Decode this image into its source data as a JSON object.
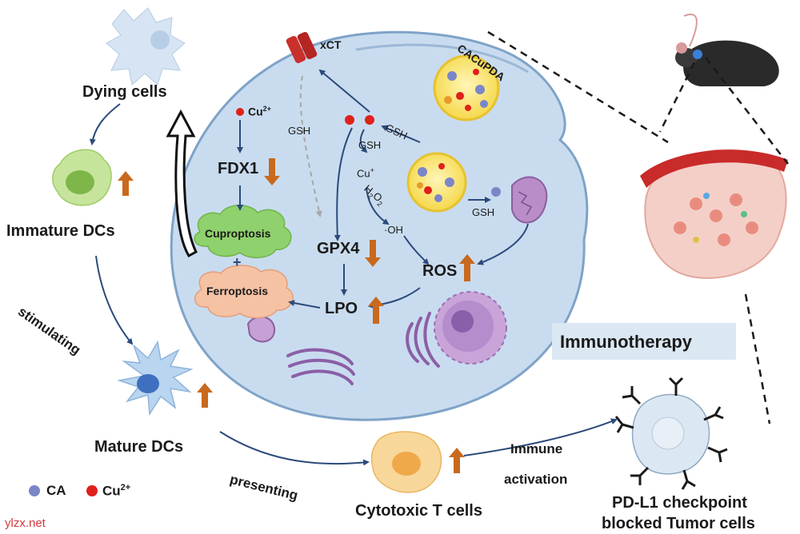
{
  "left_panel": {
    "dying_cells": "Dying cells",
    "immature_dcs": "Immature DCs",
    "stimulating": "stimulating",
    "mature_dcs": "Mature DCs",
    "presenting": "presenting"
  },
  "cell": {
    "xct": "xCT",
    "cu2_label": "Cu",
    "cu2_sup": "2+",
    "fdx1": "FDX1",
    "gsh_left": "GSH",
    "gsh_top": "GSH",
    "gsh_mid": "GSH",
    "cu_plus": "Cu",
    "cu_plus_sup": "+",
    "h2o2": "H",
    "h2o2_sub": "2",
    "h2o2_o": "O",
    "h2o2_sub2": "2",
    "oh": "·OH",
    "gsh_right": "GSH",
    "cuproptosis": "Cuproptosis",
    "plus": "+",
    "ferroptosis": "Ferroptosis",
    "gpx4": "GPX4",
    "lpo": "LPO",
    "ros": "ROS",
    "nanoparticle": "CACuPDA"
  },
  "right_panel": {
    "immunotherapy": "Immunotherapy",
    "immune": "Immune",
    "activation": "activation",
    "tumor_line1": "PD-L1 checkpoint",
    "tumor_line2": "blocked Tumor cells",
    "t_cells": "Cytotoxic T cells"
  },
  "legend": {
    "ca": "CA",
    "cu": "Cu",
    "cu_sup": "2+"
  },
  "watermark": "ylzx.net",
  "colors": {
    "cell_fill": "#c9dcef",
    "cell_stroke": "#7fa3c8",
    "arrow": "#2b4a7a",
    "up_arrow": "#c8691e",
    "down_arrow": "#c8691e",
    "red_dot": "#e0201a",
    "blue_dot": "#7b86c8",
    "cuproptosis": "#8fd16c",
    "ferroptosis": "#f6c2a4"
  }
}
